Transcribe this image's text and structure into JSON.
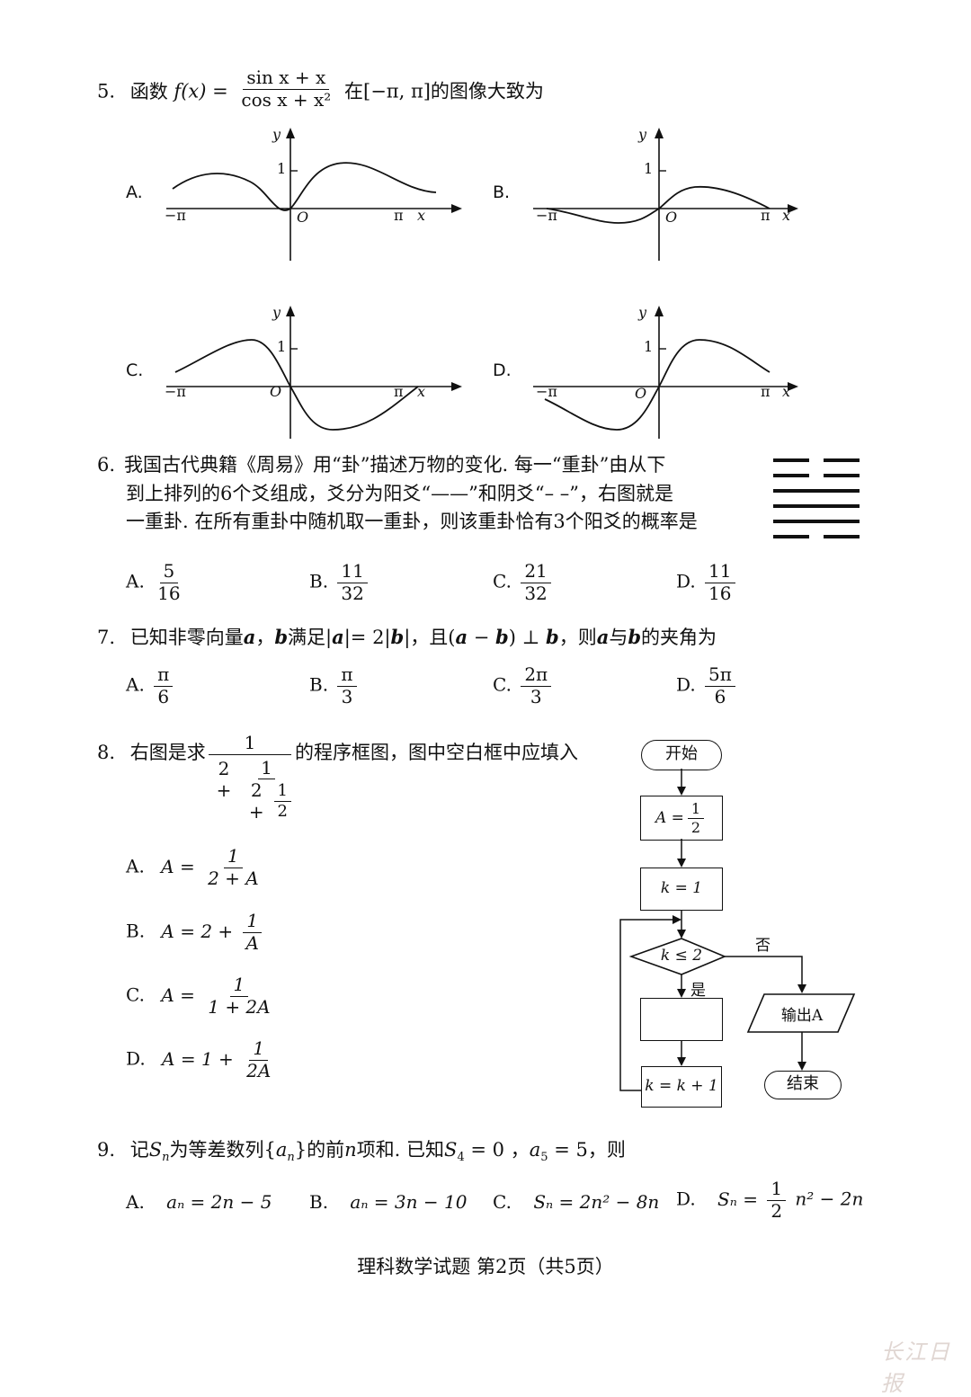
{
  "q5": {
    "num": "5.",
    "prefix": "函数",
    "func": "f(x) =",
    "num_expr": "sin x + x",
    "den_expr": "cos x + x²",
    "suffix": "在[−π, π]的图像大致为",
    "graphs": [
      {
        "letter": "A.",
        "y": "y",
        "one": "1",
        "neg_pi": "−π",
        "pi": "π",
        "x": "x",
        "o": "O"
      },
      {
        "letter": "B.",
        "y": "y",
        "one": "1",
        "neg_pi": "−π",
        "pi": "π",
        "x": "x",
        "o": "O"
      },
      {
        "letter": "C.",
        "y": "y",
        "one": "1",
        "neg_pi": "−π",
        "pi": "π",
        "x": "x",
        "o": "O"
      },
      {
        "letter": "D.",
        "y": "y",
        "one": "1",
        "neg_pi": "−π",
        "pi": "π",
        "x": "x",
        "o": "O"
      }
    ]
  },
  "q6": {
    "num": "6.",
    "line1": "我国古代典籍《周易》用“卦”描述万物的变化. 每一“重卦”由从下",
    "line2": "到上排列的6个爻组成，爻分为阳爻“——”和阴爻“– –”，右图就是",
    "line3": "一重卦. 在所有重卦中随机取一重卦，则该重卦恰有3个阳爻的概率是",
    "options": [
      {
        "letter": "A.",
        "num": "5",
        "den": "16"
      },
      {
        "letter": "B.",
        "num": "11",
        "den": "32"
      },
      {
        "letter": "C.",
        "num": "21",
        "den": "32"
      },
      {
        "letter": "D.",
        "num": "11",
        "den": "16"
      }
    ]
  },
  "q7": {
    "num": "7.",
    "t1": "已知非零向量",
    "a": "a",
    "comma": "，",
    "b": "b",
    "t2": "满足|",
    "t3": "|= 2|",
    "t4": "|，且(",
    "t5": " − ",
    "t6": ") ⊥ ",
    "t7": "，则",
    "t8": "与",
    "t9": "的夹角为",
    "options": [
      {
        "letter": "A.",
        "num": "π",
        "den": "6"
      },
      {
        "letter": "B.",
        "num": "π",
        "den": "3"
      },
      {
        "letter": "C.",
        "num": "2π",
        "den": "3"
      },
      {
        "letter": "D.",
        "num": "5π",
        "den": "6"
      }
    ]
  },
  "q8": {
    "num": "8.",
    "prefix": "右图是求",
    "one": "1",
    "two_plus": "2 +",
    "half_num": "1",
    "half_den": "2",
    "suffix": "的程序框图，图中空白框中应填入",
    "options": [
      {
        "letter": "A.",
        "lhs": "A =",
        "pre": "",
        "num": "1",
        "den": "2 + A"
      },
      {
        "letter": "B.",
        "lhs": "A = 2 +",
        "pre": "",
        "num": "1",
        "den": "A"
      },
      {
        "letter": "C.",
        "lhs": "A =",
        "pre": "",
        "num": "1",
        "den": "1 + 2A"
      },
      {
        "letter": "D.",
        "lhs": "A = 1 +",
        "pre": "",
        "num": "1",
        "den": "2A"
      }
    ],
    "flow": {
      "start": "开始",
      "init_a_lhs": "A =",
      "init_a_num": "1",
      "init_a_den": "2",
      "init_k": "k = 1",
      "cond": "k ≤ 2",
      "yes": "是",
      "no": "否",
      "output": "输出A",
      "inc": "k = k + 1",
      "end": "结束"
    }
  },
  "q9": {
    "num": "9.",
    "t1": "记",
    "sn": "S",
    "sub_n": "n",
    "t2": "为等差数列{",
    "an": "a",
    "t3": "}的前",
    "n": "n",
    "t4": "项和. 已知",
    "s4": "S",
    "sub4": "4",
    "t5": " = 0 ，",
    "a5": "a",
    "sub5": "5",
    "t6": " = 5，则",
    "options": [
      {
        "letter": "A.",
        "text": "aₙ = 2n − 5"
      },
      {
        "letter": "B.",
        "text": "aₙ = 3n − 10"
      },
      {
        "letter": "C.",
        "text": "Sₙ = 2n² − 8n"
      },
      {
        "letter": "D.",
        "pre": "Sₙ =",
        "num": "1",
        "den": "2",
        "post": "n² − 2n"
      }
    ]
  },
  "footer": "理科数学试题 第2页（共5页）",
  "watermark": "长江日报"
}
